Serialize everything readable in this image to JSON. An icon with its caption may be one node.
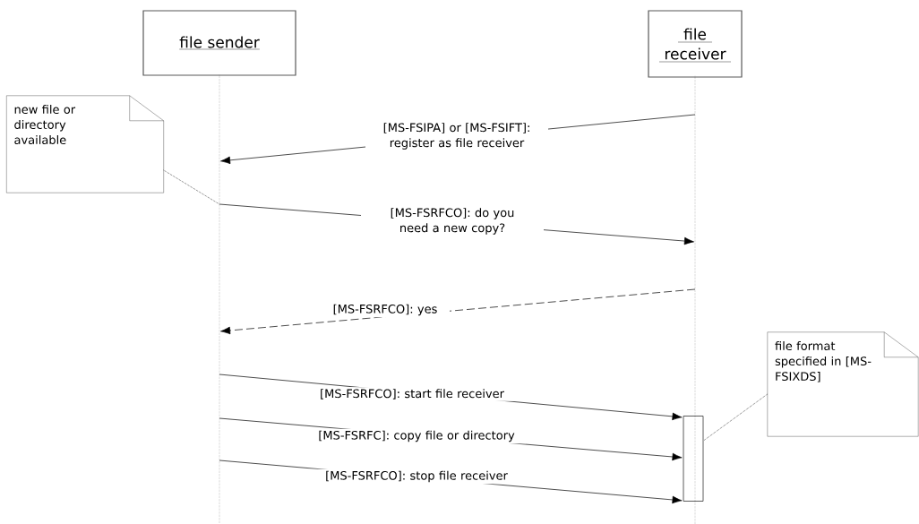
{
  "diagram": {
    "nodes": [
      {
        "text": [
          "file sender"
        ]
      },
      {
        "text": [
          "file receiver"
        ]
      },
      {
        "text": [
          "new file or directory available"
        ]
      },
      {
        "text": [
          "file format specified in [MS-FSIXDS]"
        ]
      },
      {
        "text": [],
        "shape": "bar"
      },
      {
        "text": [],
        "shape": "line"
      },
      {
        "text": [],
        "shape": "line"
      }
    ],
    "edges": [
      {
        "from": 6,
        "to": 5,
        "arrow": "to",
        "label": "[MS-FSIPA] or [MS-FSIFT]: register as file receiver"
      },
      {
        "from": 5,
        "to": 6,
        "arrow": "to",
        "label": "[MS-FSRFCO]: do you need a new copy?"
      },
      {
        "from": 6,
        "to": 5,
        "arrow": "to",
        "style": "dashed",
        "label": "[MS-FSRFCO]: yes"
      },
      {
        "from": 5,
        "to": 4,
        "arrow": "to",
        "label": "[MS-FSRFCO]: start file receiver"
      },
      {
        "from": 5,
        "to": 4,
        "arrow": "to",
        "label": "[MS-FSRFC]: copy file or directory"
      },
      {
        "from": 5,
        "to": 4,
        "arrow": "to",
        "label": "[MS-FSRFCO]: stop file receiver"
      },
      {
        "from": 2,
        "to": 5,
        "arrow": "none",
        "style": "dashed"
      },
      {
        "from": 3,
        "to": 4,
        "arrow": "none",
        "style": "dashed"
      }
    ]
  }
}
